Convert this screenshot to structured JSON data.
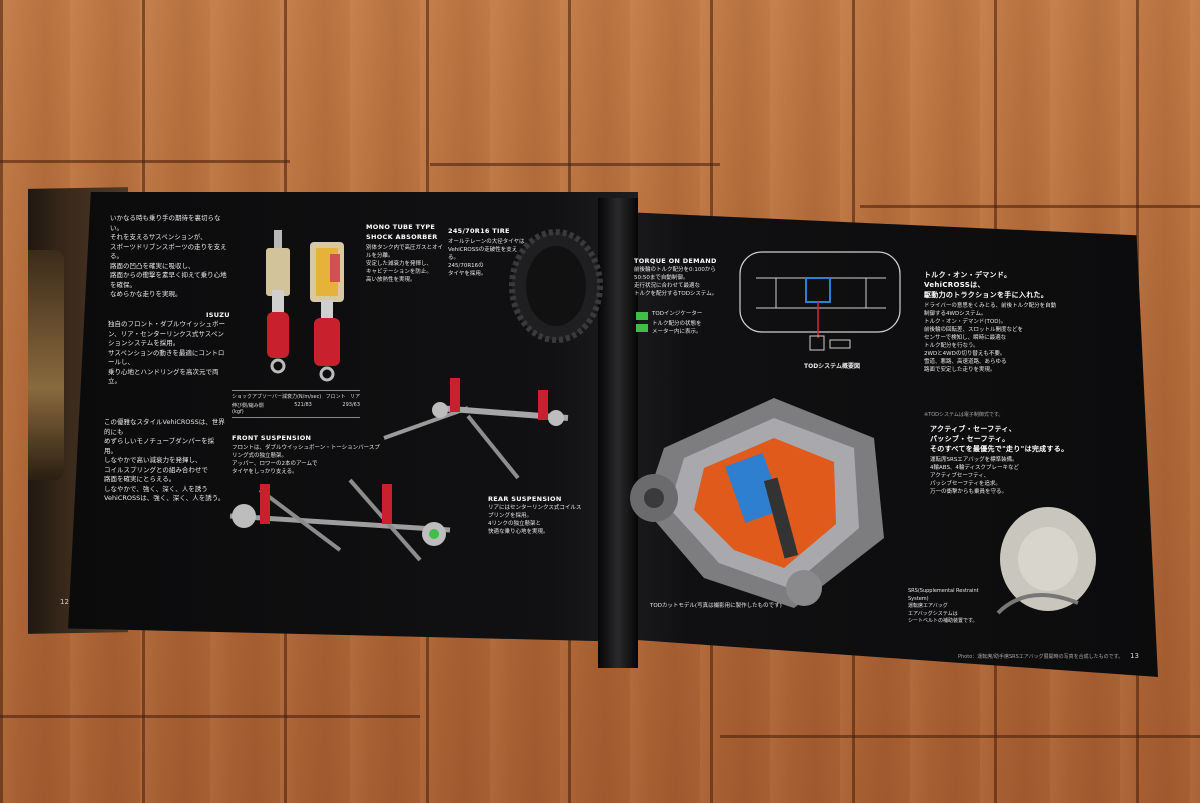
{
  "left_page": {
    "body_intro": "いかなる時も乗り手の期待を裏切らない。\nそれを支えるサスペンションが、\nスポーツドリブンスポーツの走りを支える。\n路面の凹凸を確実に吸収し、\n路面からの衝撃を素早く抑えて乗り心地を確保。\nなめらかな走りを実現。",
    "isuzu_heading": "ISUZU",
    "isuzu_text": "独自のフロント・ダブルウイッシュボーン、リア・センターリンクス式サスペンションシステムを採用。\nサスペンションの動きを最適にコントロールし、\n乗り心地とハンドリングを高次元で両立。",
    "vehicross_text": "この優雅なスタイルVehiCROSSは、世界的にも\nめずらしいモノチューブダンパーを採用。\nしなやかで高い減衰力を発揮し、\nコイルスプリングとの組み合わせで\n路面を確実にとらえる。\nしなやかで、強く、深く、人を誘う\nVehiCROSSは、強く、深く、人を誘う。",
    "mono_tube_heading": "MONO TUBE TYPE\nSHOCK ABSORBER",
    "mono_tube_text": "別体タンク内で高圧ガスとオイルを分離。\n安定した減衰力を発揮し、\nキャビテーションを防止。\n高い放熱性を実現。",
    "tire_heading": "245/70R16 TIRE",
    "tire_text": "オールテレーンの大径タイヤは\nVehiCROSSの走破性を支える。\n245/70R16の\nタイヤを採用。",
    "shock_table_header": "ショックアブソーバー減衰力(N/m/sec)",
    "shock_table_front_label": "フロント",
    "shock_table_rear_label": "リア",
    "shock_table_row_label": "伸び側/縮み側\n(kgf)",
    "shock_table_front_value": "521/83",
    "shock_table_rear_value": "293/63",
    "front_suspension_heading": "FRONT SUSPENSION",
    "front_suspension_text": "フロントは、ダブルウイッシュボーン・トーションバースプリング式の独立懸架。\nアッパー、ロワーの2本のアームで\nタイヤをしっかり支える。",
    "rear_suspension_heading": "REAR SUSPENSION",
    "rear_suspension_text": "リアにはセンターリンクス式コイルスプリングを採用。\n4リンクの独立懸架と\n快適な乗り心地を実現。",
    "page_number": "12"
  },
  "right_page": {
    "tod_heading": "TORQUE ON DEMAND",
    "tod_text": "前後輪のトルク配分を0:100から\n50:50まで自動制御。\n走行状況に合わせて最適な\nトルクを配分するTODシステム。",
    "indicator_label": "TODインジケーター",
    "indicator_text": "トルク配分の状態を\nメーター内に表示。",
    "diagram_caption": "TODシステム概要図",
    "feature1_heading": "トルク・オン・デマンド。\nVehiCROSSは、\n駆動力のトラクションを手に入れた。",
    "feature1_text": "ドライバーの意思をくみとる、前後トルク配分を自動制御する4WDシステム。\nトルク・オン・デマンド(TOD)。\n前後輪の回転差、スロットル開度などを\nセンサーで検知し、瞬時に最適な\nトルク配分を行なう。\n2WDと4WDの切り替えも不要。\n雪道、悪路、高速道路、あらゆる\n路面で安定した走りを実現。",
    "feature1_note": "※TODシステムは電子制御式です。",
    "feature2_heading": "アクティブ・セーフティ、\nパッシブ・セーフティ。\nそのすべてを最優先で\"走り\"は完成する。",
    "feature2_text": "運転席SRSエアバッグを標準装備。\n4輪ABS、4輪ディスクブレーキなど\nアクティブセーフティ、\nパッシブセーフティを追求。\n万一の衝撃からも乗員を守る。",
    "cutaway_caption": "TODカットモデル(写真は撮影用に製作したものです)",
    "srs_caption": "SRS(Supplemental Restraint System)\n運転席エアバッグ\nエアバッグシステムは\nシートベルトの補助装置です。",
    "footnote": "Photo：運転席/助手席SRSエアバッグ展開時の写真を合成したものです。",
    "page_number": "13"
  },
  "colors": {
    "page_black": "#0c0c0d",
    "text_white": "#e8e8e8",
    "spring_red": "#c8202c",
    "diagram_blue": "#2b7fd8",
    "diagram_red": "#d62828",
    "indicator_green": "#3fbf4a"
  }
}
